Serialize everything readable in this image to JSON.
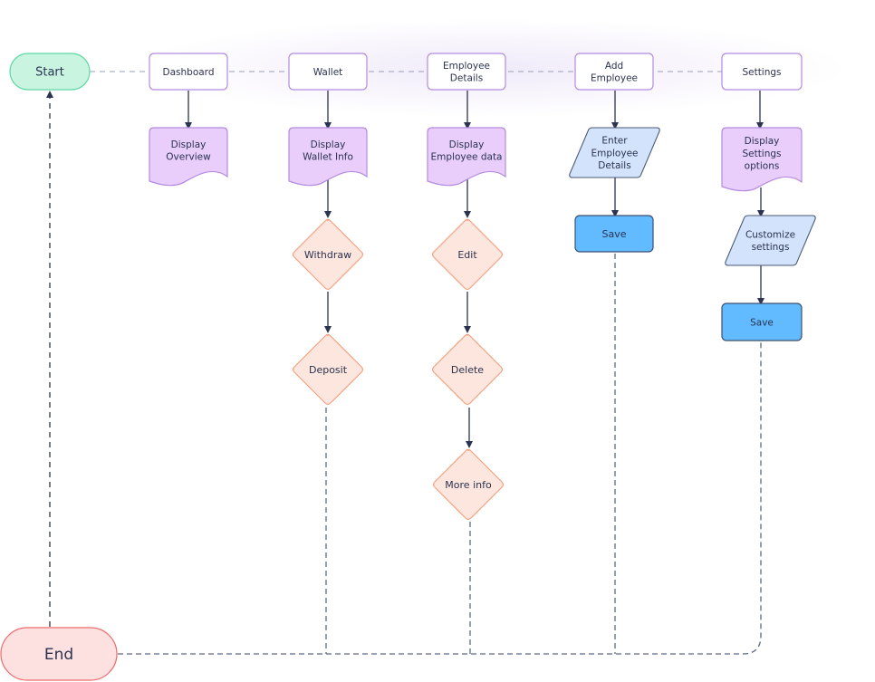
{
  "diagram": {
    "type": "flowchart",
    "colors": {
      "start_fill": "#c9f5e0",
      "start_stroke": "#5fd7a2",
      "end_fill": "#fde0e0",
      "end_stroke": "#ee6b6b",
      "nav_fill": "#ffffff",
      "nav_stroke": "#b48be0",
      "document_fill": "#e9cdfb",
      "document_stroke": "#b48be0",
      "decision_fill": "#fde6dd",
      "decision_stroke": "#f2a283",
      "input_fill": "#d3e3fb",
      "input_stroke": "#4a5a78",
      "save_fill": "#62baff",
      "save_stroke": "#3d4f6f",
      "edge": "#2b3350",
      "dashed_edge": "#5c6b85"
    },
    "nodes": {
      "start": {
        "label": "Start"
      },
      "end": {
        "label": "End"
      },
      "dashboard": {
        "label": "Dashboard"
      },
      "wallet": {
        "label": "Wallet"
      },
      "employee_details": {
        "label": "Employee\nDetails"
      },
      "add_employee": {
        "label": "Add\nEmployee"
      },
      "settings": {
        "label": "Settings"
      },
      "display_overview": {
        "label": "Display\nOverview"
      },
      "display_wallet_info": {
        "label": "Display\nWallet Info"
      },
      "display_employee_data": {
        "label": "Display\nEmployee data"
      },
      "enter_employee_details": {
        "label": "Enter\nEmployee\nDetails"
      },
      "display_settings_options": {
        "label": "Display\nSettings\noptions"
      },
      "withdraw": {
        "label": "Withdraw"
      },
      "deposit": {
        "label": "Deposit"
      },
      "edit": {
        "label": "Edit"
      },
      "delete": {
        "label": "Delete"
      },
      "more_info": {
        "label": "More info"
      },
      "save_employee": {
        "label": "Save"
      },
      "customize_settings": {
        "label": "Customize\nsettings"
      },
      "save_settings": {
        "label": "Save"
      }
    }
  }
}
